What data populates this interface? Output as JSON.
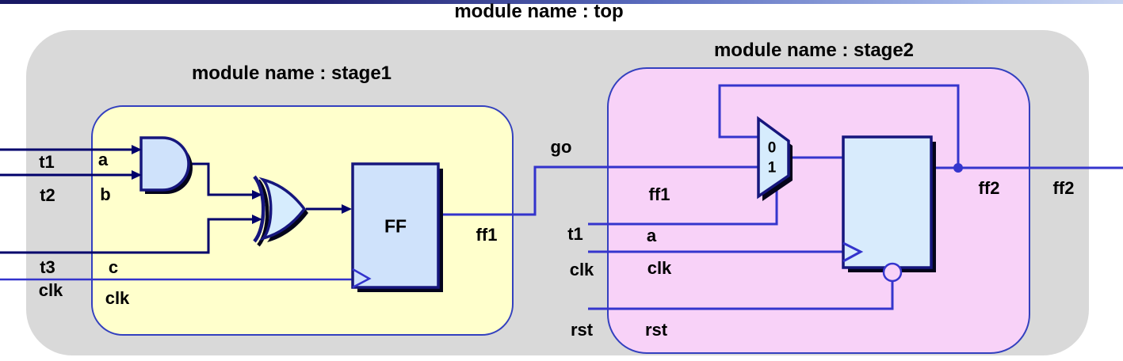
{
  "page": {
    "title": "module name : top"
  },
  "top_module": {
    "title": "module name : top",
    "external_inputs": {
      "t1": "t1",
      "t2": "t2",
      "t3": "t3",
      "clk": "clk"
    },
    "internal_signals": {
      "go": "go",
      "t1": "t1",
      "clk": "clk",
      "rst": "rst"
    },
    "output": "ff2"
  },
  "stage1": {
    "title": "module name : stage1",
    "ports": {
      "a": "a",
      "b": "b",
      "c": "c",
      "clk": "clk"
    },
    "gates": {
      "and": "and-gate",
      "xor": "xor-gate",
      "ff": "flip-flop"
    },
    "ff_label": "FF",
    "output_label": "ff1"
  },
  "stage2": {
    "title": "module name : stage2",
    "ports": {
      "ff1": "ff1",
      "a": "a",
      "clk": "clk",
      "rst": "rst"
    },
    "mux": {
      "input0": "0",
      "input1": "1"
    },
    "output_label": "ff2"
  },
  "colors": {
    "canvas_bg": "#ffffff",
    "top_bar_left": "#181864",
    "top_bar_right": "#c9d4f0",
    "outer_box_fill": "#d9d9d9",
    "stage1_fill": "#ffffcc",
    "stage2_fill": "#f8d2f8",
    "box_border": "#3340bf",
    "component_fill": "#cfe2fb",
    "component_border": "#16167d",
    "component_shadow": "#04041a",
    "wire_dark": "#00006b",
    "wire_clock": "#3333cc",
    "wire_stage2": "#3535cd",
    "text": "#000000"
  }
}
